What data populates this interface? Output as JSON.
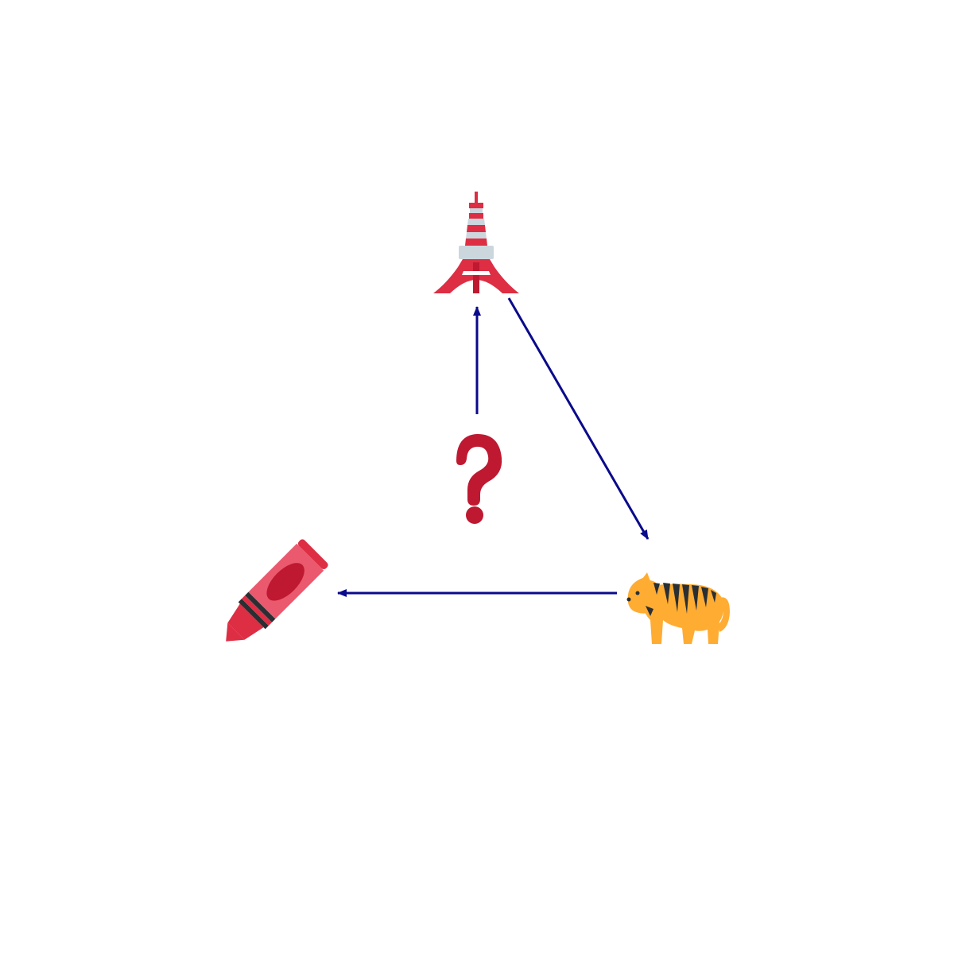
{
  "diagram": {
    "nodes": [
      {
        "id": "tower",
        "icon": "tokyo-tower-icon"
      },
      {
        "id": "tiger",
        "icon": "tiger-icon"
      },
      {
        "id": "crayon",
        "icon": "crayon-icon"
      },
      {
        "id": "question",
        "icon": "question-mark-icon"
      }
    ],
    "edges": [
      {
        "from": "question",
        "to": "tower"
      },
      {
        "from": "tower",
        "to": "tiger"
      },
      {
        "from": "tiger",
        "to": "crayon"
      }
    ],
    "colors": {
      "arrow": "#0a0a8c",
      "red": "#dd2e44",
      "dark_red": "#be1931",
      "grey": "#ccd6dd",
      "tiger_orange": "#ffac33",
      "tiger_stripe": "#292f33",
      "crayon_light": "#ea596e"
    }
  }
}
